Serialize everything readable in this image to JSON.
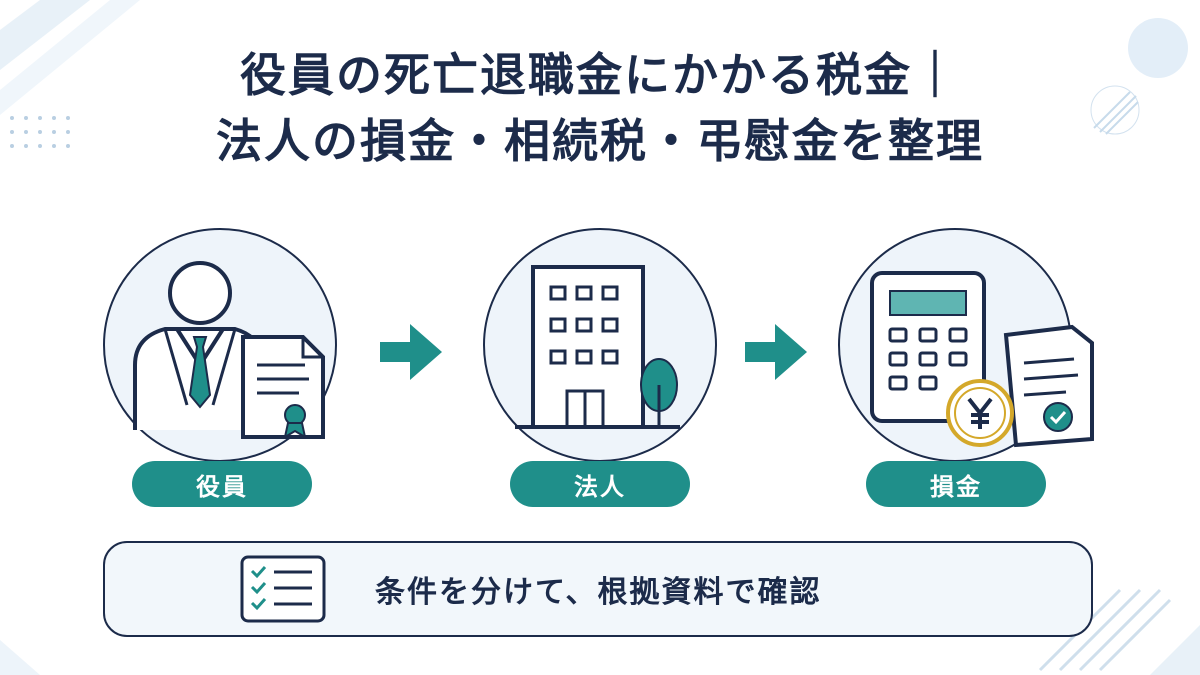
{
  "title": {
    "line1": "役員の死亡退職金にかかる税金｜",
    "line2": "法人の損金・相続税・弔慰金を整理"
  },
  "steps": [
    {
      "label": "役員",
      "icon": "executive-person-icon"
    },
    {
      "label": "法人",
      "icon": "office-building-icon"
    },
    {
      "label": "損金",
      "icon": "calculator-yen-icon"
    }
  ],
  "note": {
    "text": "条件を分けて、根拠資料で確認",
    "icon": "checklist-icon"
  },
  "colors": {
    "navy": "#1c2b4a",
    "teal": "#1f8f8a",
    "gold": "#d4a82a",
    "light_blue": "#e8f1f8"
  }
}
